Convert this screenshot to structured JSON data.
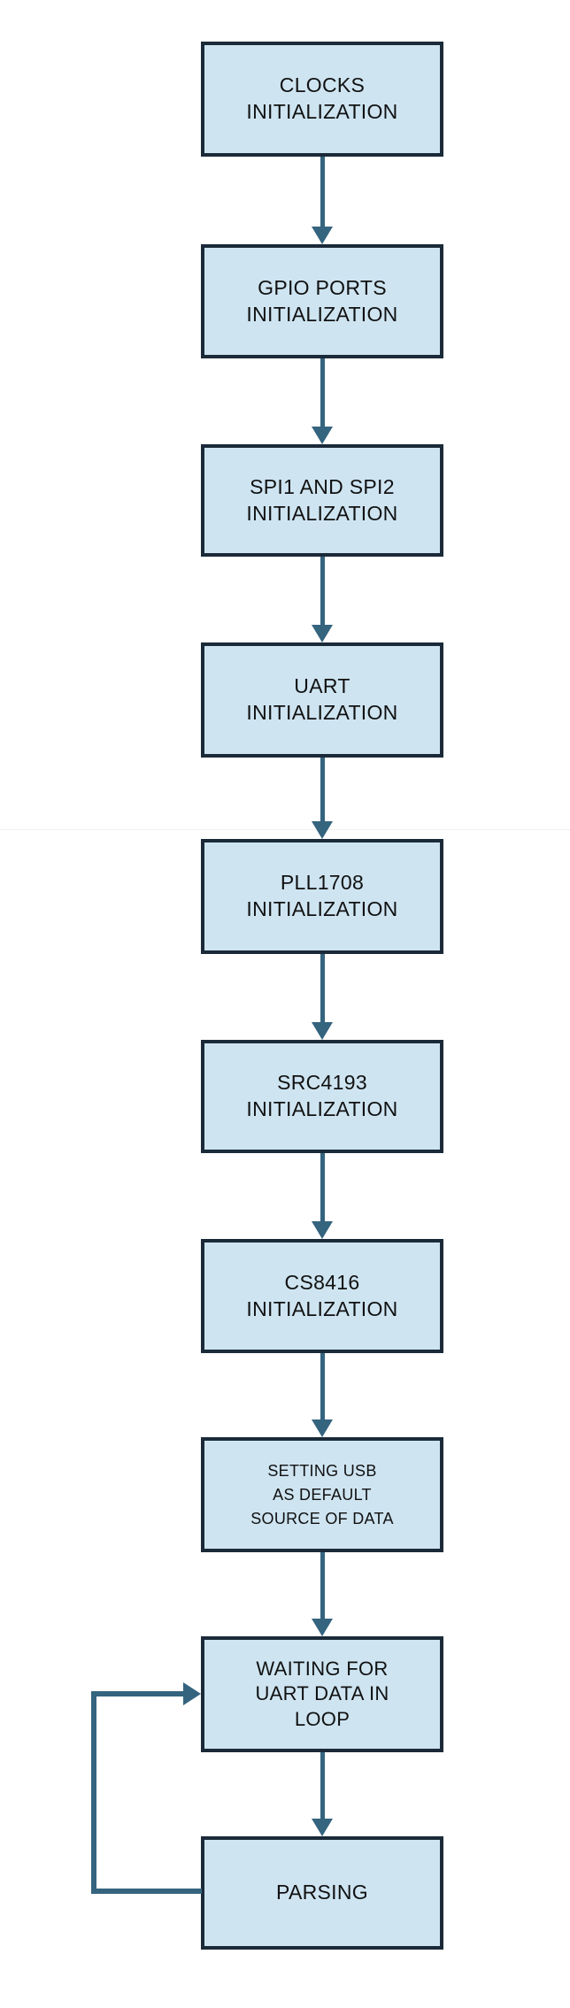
{
  "diagram": {
    "type": "flowchart",
    "background": "#ffffff",
    "colors": {
      "node_fill": "#cee4f1",
      "node_border": "#1b2a38",
      "arrow": "#35647f",
      "text": "#111111"
    },
    "nodes": [
      {
        "id": "clocks-initialization",
        "label": "CLOCKS\nINITIALIZATION"
      },
      {
        "id": "gpio-ports-initialization",
        "label": "GPIO PORTS\nINITIALIZATION"
      },
      {
        "id": "spi1-and-spi2-initialization",
        "label": "SPI1 AND SPI2\nINITIALIZATION"
      },
      {
        "id": "uart-initialization",
        "label": "UART\nINITIALIZATION"
      },
      {
        "id": "pll1708-initialization",
        "label": "PLL1708\nINITIALIZATION"
      },
      {
        "id": "src4193-initialization",
        "label": "SRC4193\nINITIALIZATION"
      },
      {
        "id": "cs8416-initialization",
        "label": "CS8416\nINITIALIZATION"
      },
      {
        "id": "setting-usb-as-default-source-of-data",
        "label": "SETTING USB\nAS DEFAULT\nSOURCE OF DATA"
      },
      {
        "id": "waiting-for-uart-data-in-loop",
        "label": "WAITING FOR\nUART DATA IN\nLOOP"
      },
      {
        "id": "parsing",
        "label": "PARSING"
      }
    ],
    "edges": [
      {
        "from": "clocks-initialization",
        "to": "gpio-ports-initialization",
        "type": "down-arrow"
      },
      {
        "from": "gpio-ports-initialization",
        "to": "spi1-and-spi2-initialization",
        "type": "down-arrow"
      },
      {
        "from": "spi1-and-spi2-initialization",
        "to": "uart-initialization",
        "type": "down-arrow"
      },
      {
        "from": "uart-initialization",
        "to": "pll1708-initialization",
        "type": "down-arrow"
      },
      {
        "from": "pll1708-initialization",
        "to": "src4193-initialization",
        "type": "down-arrow"
      },
      {
        "from": "src4193-initialization",
        "to": "cs8416-initialization",
        "type": "down-arrow"
      },
      {
        "from": "cs8416-initialization",
        "to": "setting-usb-as-default-source-of-data",
        "type": "down-arrow"
      },
      {
        "from": "setting-usb-as-default-source-of-data",
        "to": "waiting-for-uart-data-in-loop",
        "type": "down-arrow"
      },
      {
        "from": "waiting-for-uart-data-in-loop",
        "to": "parsing",
        "type": "down-arrow"
      },
      {
        "from": "parsing",
        "to": "waiting-for-uart-data-in-loop",
        "type": "loop-back-left"
      }
    ]
  }
}
